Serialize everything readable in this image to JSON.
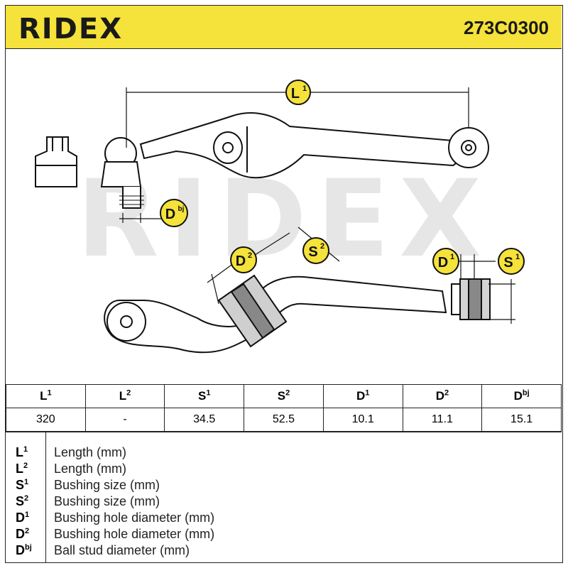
{
  "header": {
    "brand": "RIDEX",
    "part_code": "273C0300"
  },
  "watermark": "RIDEX",
  "callouts": {
    "l1": "L",
    "l1_sup": "1",
    "dbj": "D",
    "dbj_sup": "bj",
    "d2": "D",
    "d2_sup": "2",
    "s2": "S",
    "s2_sup": "2",
    "d1": "D",
    "d1_sup": "1",
    "s1": "S",
    "s1_sup": "1"
  },
  "spec_table": {
    "headers": [
      {
        "main": "L",
        "sup": "1"
      },
      {
        "main": "L",
        "sup": "2"
      },
      {
        "main": "S",
        "sup": "1"
      },
      {
        "main": "S",
        "sup": "2"
      },
      {
        "main": "D",
        "sup": "1"
      },
      {
        "main": "D",
        "sup": "2"
      },
      {
        "main": "D",
        "sup": "bj"
      }
    ],
    "values": [
      "320",
      "-",
      "34.5",
      "52.5",
      "10.1",
      "11.1",
      "15.1"
    ]
  },
  "legend": [
    {
      "main": "L",
      "sup": "1",
      "text": "Length (mm)"
    },
    {
      "main": "L",
      "sup": "2",
      "text": "Length (mm)"
    },
    {
      "main": "S",
      "sup": "1",
      "text": "Bushing size (mm)"
    },
    {
      "main": "S",
      "sup": "2",
      "text": "Bushing size (mm)"
    },
    {
      "main": "D",
      "sup": "1",
      "text": "Bushing hole diameter (mm)"
    },
    {
      "main": "D",
      "sup": "2",
      "text": "Bushing hole diameter (mm)"
    },
    {
      "main": "D",
      "sup": "bj",
      "text": "Ball stud diameter (mm)"
    }
  ],
  "colors": {
    "header_bg": "#f5e23a",
    "callout_bg": "#f5e23a",
    "callout_border": "#111111",
    "line": "#111111",
    "watermark": "#e6e6e6"
  }
}
